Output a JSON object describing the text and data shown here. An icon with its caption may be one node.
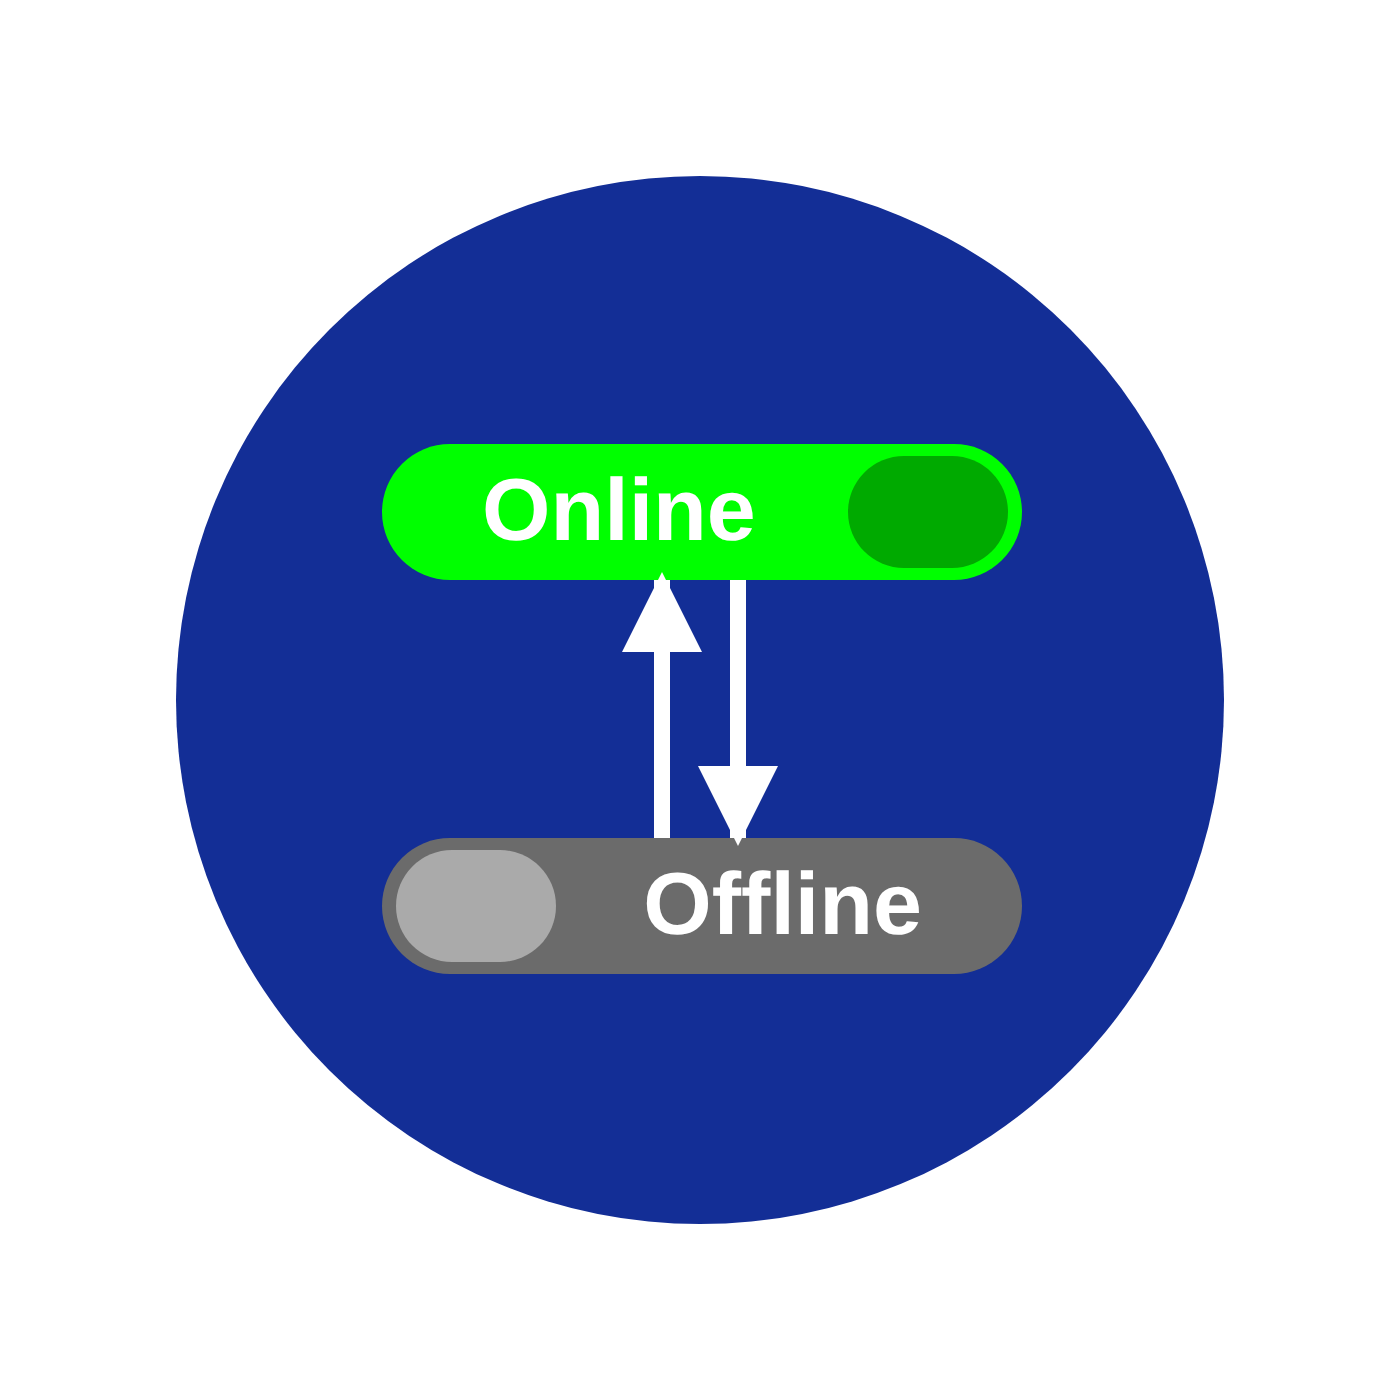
{
  "diagram": {
    "nodes": [
      {
        "text": [],
        "shape": "circle"
      },
      {
        "text": [
          "Online"
        ],
        "in": 0
      },
      {
        "text": [
          "Offline"
        ],
        "in": 0
      }
    ],
    "edges": [
      {
        "from": 2,
        "to": 1,
        "arrow": "to"
      },
      {
        "from": 1,
        "to": 2,
        "arrow": "to"
      }
    ]
  }
}
